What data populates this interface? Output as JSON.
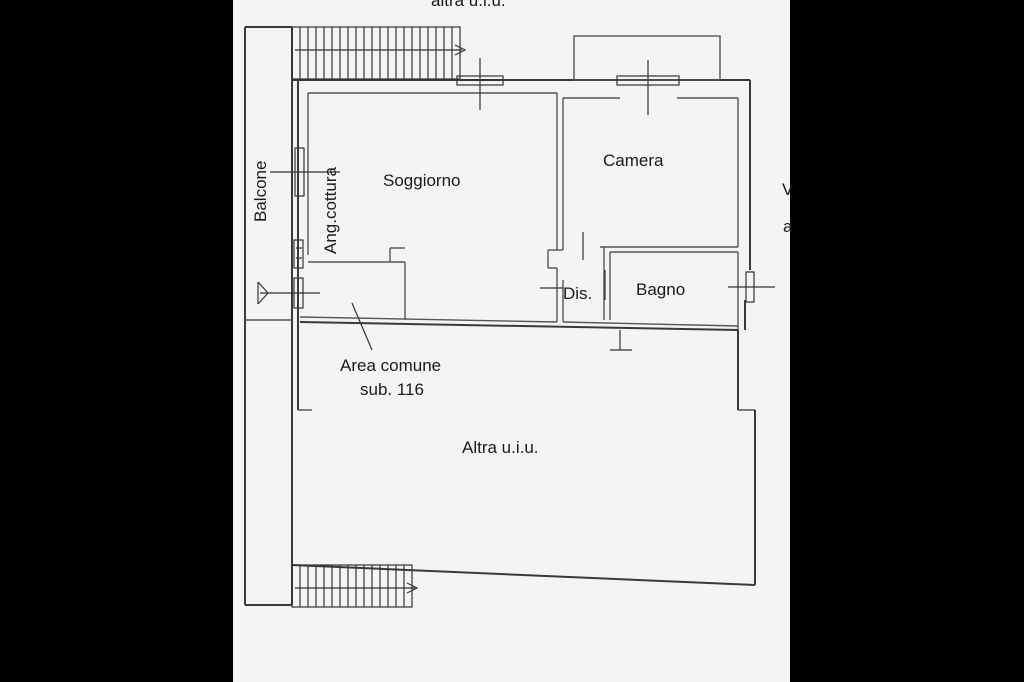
{
  "labels": {
    "top_partial": "altra u.i.u.",
    "balcone": "Balcone",
    "ang_cottura": "Ang.cottura",
    "soggiorno": "Soggiorno",
    "camera": "Camera",
    "bagno": "Bagno",
    "dis": "Dis.",
    "area_comune_line1": "Area comune",
    "area_comune_line2": "sub. 116",
    "altra_uiu": "Altra u.i.u.",
    "right_edge_1": "V",
    "right_edge_2": "a"
  },
  "colors": {
    "background": "#000000",
    "paper": "#f4f4f4",
    "lines": "#3a3a3a",
    "text": "#1a1a1a"
  }
}
